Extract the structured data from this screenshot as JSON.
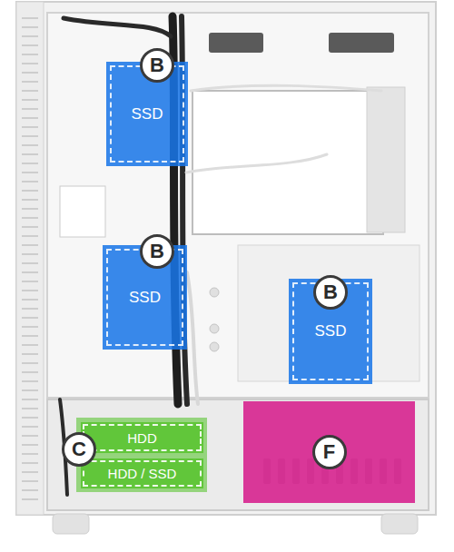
{
  "diagram": {
    "nodes": [
      {
        "text": [
          "B"
        ]
      },
      {
        "text": [
          "SSD"
        ]
      },
      {
        "text": [
          "B"
        ]
      },
      {
        "text": [
          "SSD"
        ]
      },
      {
        "text": [
          "B"
        ]
      },
      {
        "text": [
          "SSD"
        ]
      },
      {
        "text": [
          "HDD"
        ]
      },
      {
        "text": [
          "HDD / SSD"
        ]
      },
      {
        "text": [
          "C"
        ]
      },
      {
        "text": [
          "F"
        ]
      }
    ]
  }
}
